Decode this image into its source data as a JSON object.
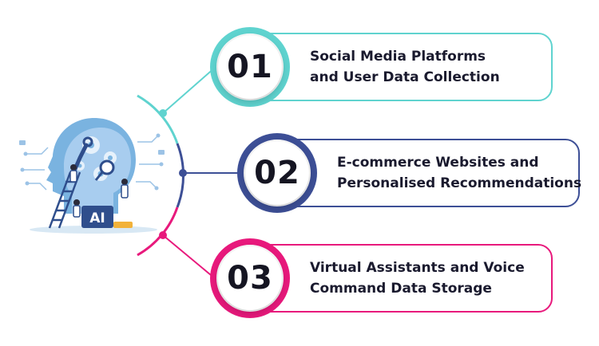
{
  "steps": [
    {
      "number": "01",
      "line1": "Social Media Platforms",
      "line2": "and User Data Collection",
      "color": "#5fd3cf"
    },
    {
      "number": "02",
      "line1": "E-commerce Websites and",
      "line2": "Personalised Recommendations",
      "color": "#3d4f96"
    },
    {
      "number": "03",
      "line1": "Virtual Assistants and Voice",
      "line2": "Command Data Storage",
      "color": "#e8197c"
    }
  ],
  "illustration": {
    "label": "AI",
    "icon": "ai-head-icon"
  }
}
